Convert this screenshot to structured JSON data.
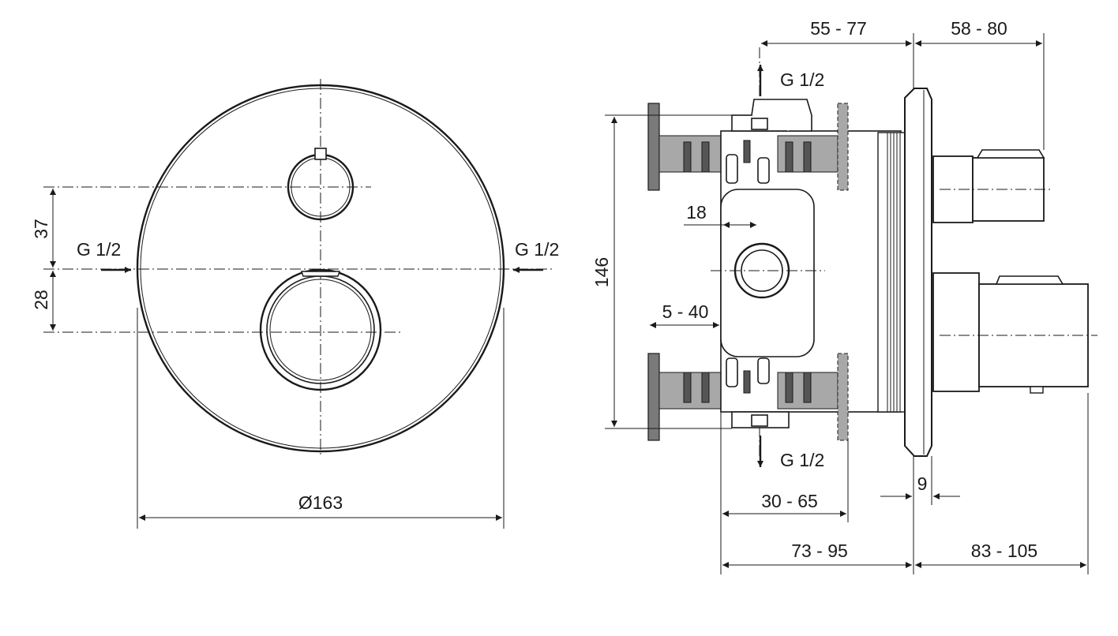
{
  "front_view": {
    "diameter_label": "Ø163",
    "dim_upper": "37",
    "dim_lower": "28",
    "inlet_left": "G 1/2",
    "inlet_right": "G 1/2"
  },
  "side_view": {
    "outlet_top": "G 1/2",
    "outlet_bottom": "G 1/2",
    "dim_top_left": "55 - 77",
    "dim_top_right": "58 - 80",
    "dim_height": "146",
    "dim_18": "18",
    "dim_5_40": "5 - 40",
    "dim_9": "9",
    "dim_30_65": "30 - 65",
    "dim_73_95": "73 - 95",
    "dim_83_105": "83 - 105"
  }
}
